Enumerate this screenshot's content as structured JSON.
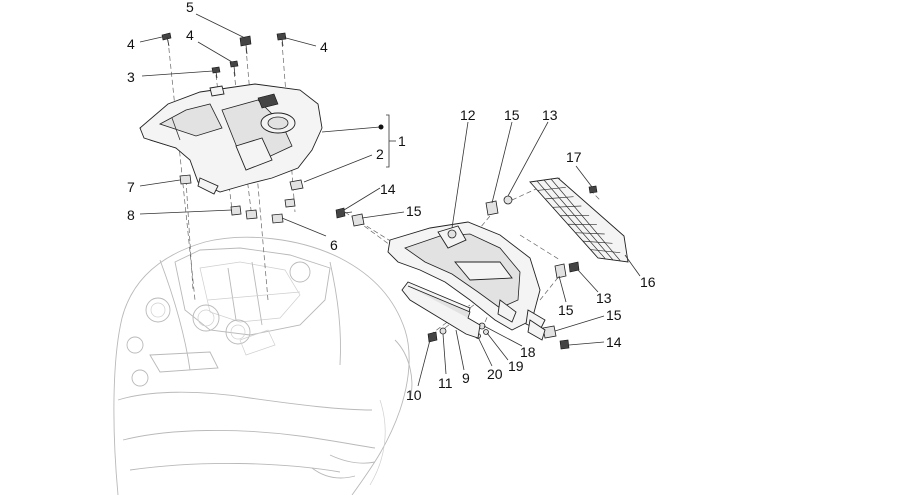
{
  "callouts": [
    {
      "id": "c5a",
      "text": "5"
    },
    {
      "id": "c4a",
      "text": "4"
    },
    {
      "id": "c4b",
      "text": "4"
    },
    {
      "id": "c4c",
      "text": "4"
    },
    {
      "id": "c3",
      "text": "3"
    },
    {
      "id": "c1",
      "text": "1"
    },
    {
      "id": "c2",
      "text": "2"
    },
    {
      "id": "c7",
      "text": "7"
    },
    {
      "id": "c8",
      "text": "8"
    },
    {
      "id": "c6",
      "text": "6"
    },
    {
      "id": "c12",
      "text": "12"
    },
    {
      "id": "c15a",
      "text": "15"
    },
    {
      "id": "c13a",
      "text": "13"
    },
    {
      "id": "c17",
      "text": "17"
    },
    {
      "id": "c14a",
      "text": "14"
    },
    {
      "id": "c15b",
      "text": "15"
    },
    {
      "id": "c16",
      "text": "16"
    },
    {
      "id": "c15c",
      "text": "15"
    },
    {
      "id": "c13b",
      "text": "13"
    },
    {
      "id": "c15d",
      "text": "15"
    },
    {
      "id": "c14b",
      "text": "14"
    },
    {
      "id": "c18",
      "text": "18"
    },
    {
      "id": "c19",
      "text": "19"
    },
    {
      "id": "c20",
      "text": "20"
    },
    {
      "id": "c9",
      "text": "9"
    },
    {
      "id": "c11",
      "text": "11"
    },
    {
      "id": "c10",
      "text": "10"
    }
  ]
}
